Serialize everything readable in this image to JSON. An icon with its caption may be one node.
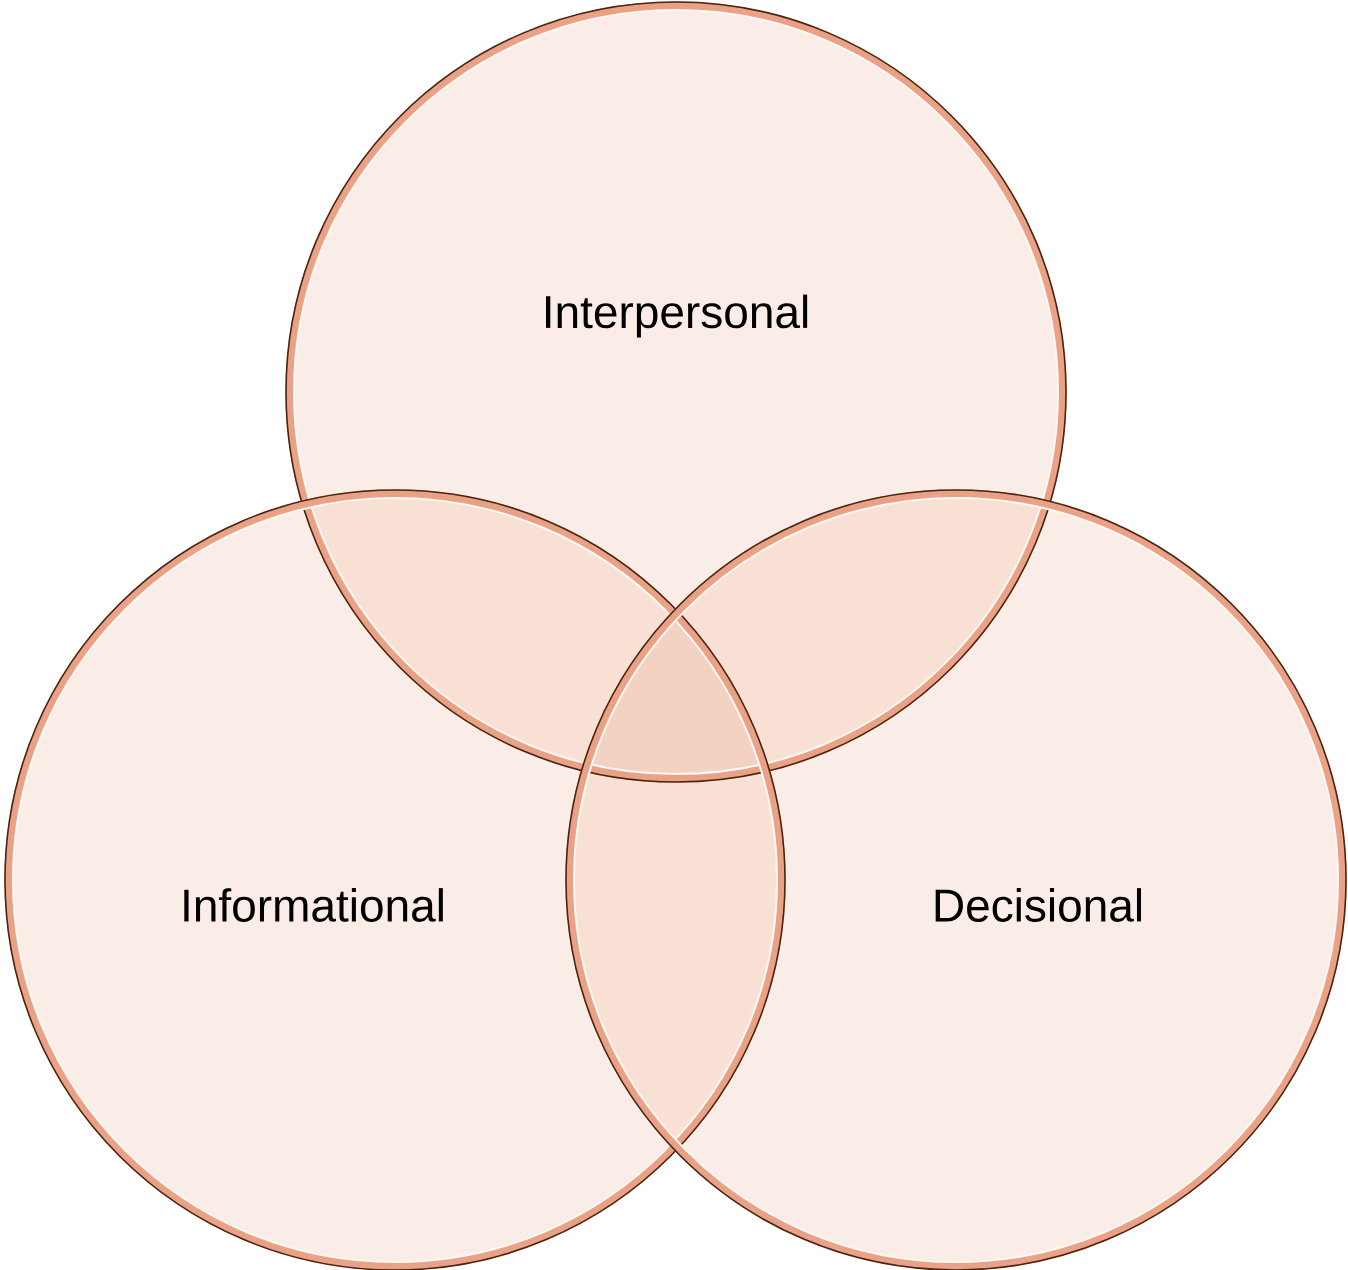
{
  "diagram": {
    "nodes": [
      {
        "text": [
          "Interpersonal"
        ]
      },
      {
        "text": [
          "Informational"
        ]
      },
      {
        "text": [
          "Decisional"
        ]
      }
    ]
  }
}
